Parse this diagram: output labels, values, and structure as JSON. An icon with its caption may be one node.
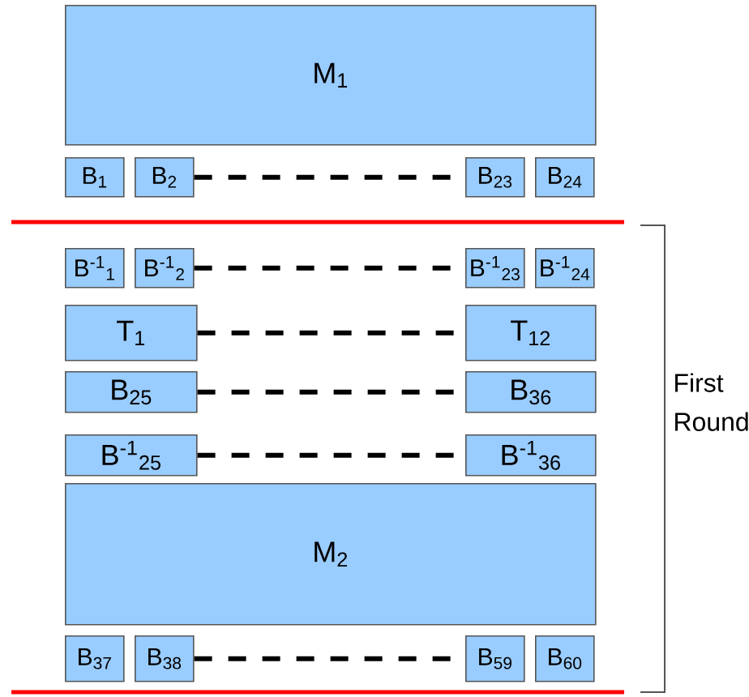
{
  "diagram": {
    "nodes": [
      {
        "text": [
          "M$_{1}$"
        ]
      },
      {
        "text": [
          "B$_{1}$"
        ]
      },
      {
        "text": [
          "B$_{2}$"
        ]
      },
      {
        "text": [
          "B$_{23}$"
        ]
      },
      {
        "text": [
          "B$_{24}$"
        ]
      },
      {
        "text": [
          "B$^{-1}$$_{1}$"
        ]
      },
      {
        "text": [
          "B$^{-1}$$_{2}$"
        ]
      },
      {
        "text": [
          "B$^{-1}$$_{23}$"
        ]
      },
      {
        "text": [
          "B$^{-1}$$_{24}$"
        ]
      },
      {
        "text": [
          "T$_{1}$"
        ]
      },
      {
        "text": [
          "T$_{12}$"
        ]
      },
      {
        "text": [
          "B$_{25}$"
        ]
      },
      {
        "text": [
          "B$_{36}$"
        ]
      },
      {
        "text": [
          "B$^{-1}$$_{25}$"
        ]
      },
      {
        "text": [
          "B$^{-1}$$_{36}$"
        ]
      },
      {
        "text": [
          "M$_{2}$"
        ]
      },
      {
        "text": [
          "B$_{37}$"
        ]
      },
      {
        "text": [
          "B$_{38}$"
        ]
      },
      {
        "text": [
          "B$_{59}$"
        ]
      },
      {
        "text": [
          "B$_{60}$"
        ]
      }
    ],
    "edges": [
      {
        "from": 2,
        "to": 3,
        "arrow": "none",
        "style": "dashed"
      },
      {
        "from": 6,
        "to": 7,
        "arrow": "none",
        "style": "dashed"
      },
      {
        "from": 9,
        "to": 10,
        "arrow": "none",
        "style": "dashed"
      },
      {
        "from": 11,
        "to": 12,
        "arrow": "none",
        "style": "dashed"
      },
      {
        "from": 13,
        "to": 14,
        "arrow": "none",
        "style": "dashed"
      },
      {
        "from": 17,
        "to": 18,
        "arrow": "none",
        "style": "dashed"
      }
    ],
    "labels": [
      "First Round"
    ]
  }
}
